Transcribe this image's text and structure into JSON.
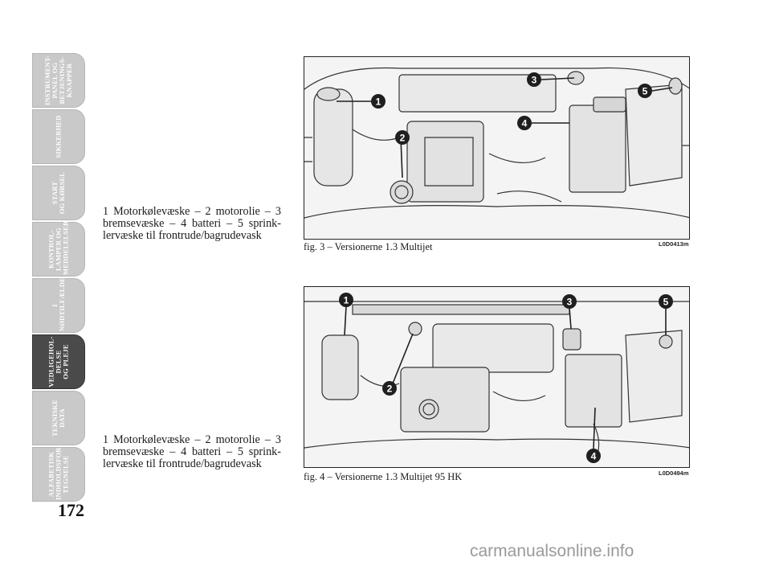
{
  "side_tabs": [
    {
      "label": "INSTRUMENT-\nPANEL OG\nBETJENINGS-\nKNAPPER",
      "active": false
    },
    {
      "label": "SIKKERHED",
      "active": false
    },
    {
      "label": "START\nOG KØRSEL",
      "active": false
    },
    {
      "label": "KONTROL-\nLAMPER OG\nMEDDELELSER",
      "active": false
    },
    {
      "label": "I\nNØDTILFÆLDE",
      "active": false
    },
    {
      "label": "VEDLIGEHOL-\nDELSE\nOG PLEJE",
      "active": true
    },
    {
      "label": "TEKNISKE\nDATA",
      "active": false
    },
    {
      "label": "ALFABETISK\nINDHOLDSFOR-\nTEGNELSE",
      "active": false
    }
  ],
  "page_number": "172",
  "section1": {
    "text": "1 Motorkølevæske – 2 motorolie – 3 bremsevæske – 4 batteri – 5 sprink-lervæske til frontrude/bagrudevask",
    "figure_caption": "fig. 3 – Versionerne 1.3 Multijet",
    "figure_code": "L0D0413m",
    "markers": [
      "1",
      "2",
      "3",
      "4",
      "5"
    ]
  },
  "section2": {
    "text": "1 Motorkølevæske – 2 motorolie – 3 bremsevæske – 4 batteri – 5 sprink-lervæske til frontrude/bagrudevask",
    "figure_caption": "fig. 4 – Versionerne 1.3 Multijet 95 HK",
    "figure_code": "L0D0494m",
    "markers": [
      "1",
      "2",
      "3",
      "4",
      "5"
    ]
  },
  "watermark": "carmanualsonline.info",
  "colors": {
    "tab": "#c9c9c9",
    "tab_active": "#4a4a4a",
    "marker": "#1f1f1f"
  }
}
